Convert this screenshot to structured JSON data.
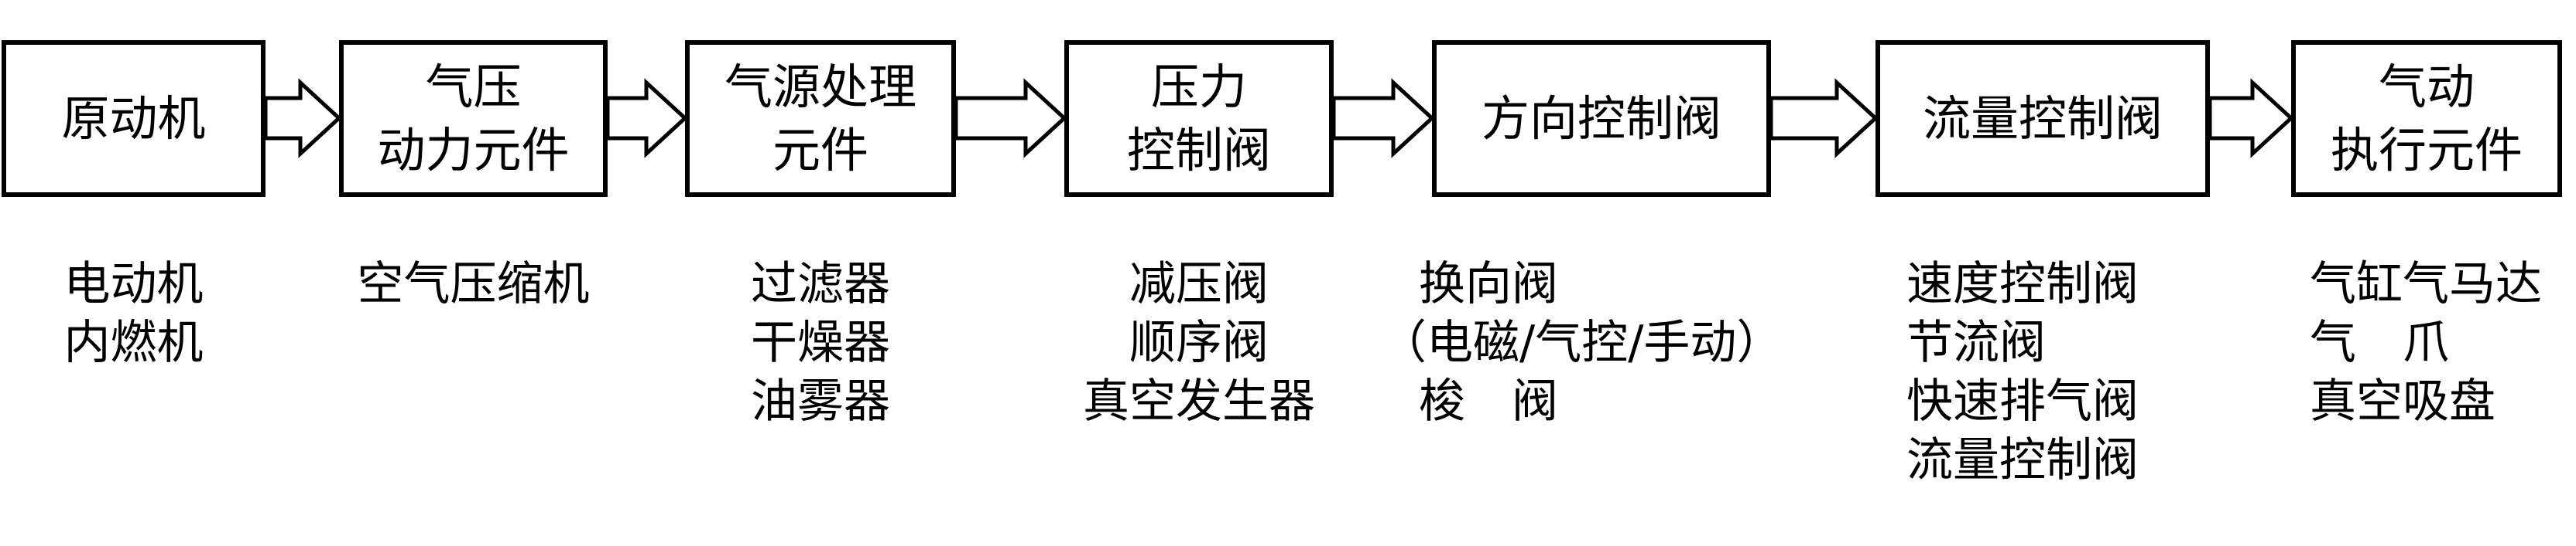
{
  "diagram": {
    "components": [
      {
        "box_lines": [
          "原动机"
        ],
        "examples": [
          "电动机",
          "内燃机"
        ]
      },
      {
        "box_lines": [
          "气压",
          "动力元件"
        ],
        "examples": [
          "空气压缩机"
        ]
      },
      {
        "box_lines": [
          "气源处理",
          "元件"
        ],
        "examples": [
          "过滤器",
          "干燥器",
          "油雾器"
        ]
      },
      {
        "box_lines": [
          "压力",
          "控制阀"
        ],
        "examples": [
          "减压阀",
          "顺序阀",
          "真空发生器"
        ]
      },
      {
        "box_lines": [
          "方向控制阀"
        ],
        "examples": [
          "换向阀",
          "（电磁/气控/手动）",
          "梭　阀"
        ]
      },
      {
        "box_lines": [
          "流量控制阀"
        ],
        "examples": [
          "速度控制阀",
          "节流阀",
          "快速排气阀",
          "流量控制阀"
        ]
      },
      {
        "box_lines": [
          "气动",
          "执行元件"
        ],
        "examples": [
          "气缸气马达",
          "气　爪",
          "真空吸盘"
        ]
      }
    ]
  }
}
